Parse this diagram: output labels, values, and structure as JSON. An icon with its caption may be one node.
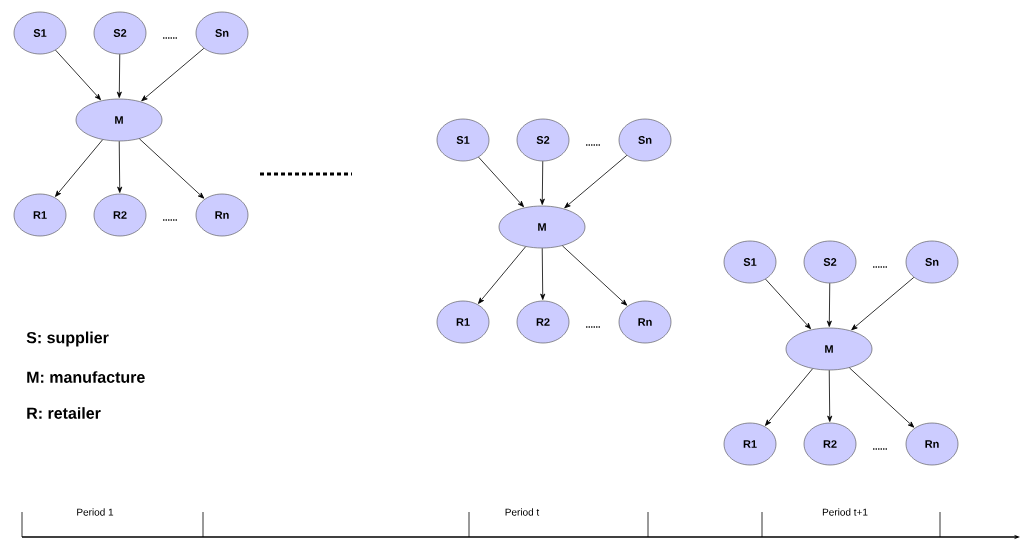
{
  "diagram": {
    "nodes": [
      {
        "text": [
          "S1"
        ]
      },
      {
        "text": [
          "S2"
        ]
      },
      {
        "text": [
          "Sn"
        ]
      },
      {
        "text": [
          "M"
        ]
      },
      {
        "text": [
          "R1"
        ]
      },
      {
        "text": [
          "R2"
        ]
      },
      {
        "text": [
          "Rn"
        ]
      },
      {
        "text": [
          "S1"
        ]
      },
      {
        "text": [
          "S2"
        ]
      },
      {
        "text": [
          "Sn"
        ]
      },
      {
        "text": [
          "M"
        ]
      },
      {
        "text": [
          "R1"
        ]
      },
      {
        "text": [
          "R2"
        ]
      },
      {
        "text": [
          "Rn"
        ]
      },
      {
        "text": [
          "S1"
        ]
      },
      {
        "text": [
          "S2"
        ]
      },
      {
        "text": [
          "Sn"
        ]
      },
      {
        "text": [
          "M"
        ]
      },
      {
        "text": [
          "R1"
        ]
      },
      {
        "text": [
          "R2"
        ]
      },
      {
        "text": [
          "Rn"
        ]
      }
    ],
    "edges": [
      {
        "from": 0,
        "to": 3,
        "arrow": "to"
      },
      {
        "from": 1,
        "to": 3,
        "arrow": "to"
      },
      {
        "from": 2,
        "to": 3,
        "arrow": "to"
      },
      {
        "from": 3,
        "to": 4,
        "arrow": "to"
      },
      {
        "from": 3,
        "to": 5,
        "arrow": "to"
      },
      {
        "from": 3,
        "to": 6,
        "arrow": "to"
      },
      {
        "from": 7,
        "to": 10,
        "arrow": "to"
      },
      {
        "from": 8,
        "to": 10,
        "arrow": "to"
      },
      {
        "from": 9,
        "to": 10,
        "arrow": "to"
      },
      {
        "from": 10,
        "to": 11,
        "arrow": "to"
      },
      {
        "from": 10,
        "to": 12,
        "arrow": "to"
      },
      {
        "from": 10,
        "to": 13,
        "arrow": "to"
      },
      {
        "from": 14,
        "to": 17,
        "arrow": "to"
      },
      {
        "from": 15,
        "to": 17,
        "arrow": "to"
      },
      {
        "from": 16,
        "to": 17,
        "arrow": "to"
      },
      {
        "from": 17,
        "to": 18,
        "arrow": "to"
      },
      {
        "from": 17,
        "to": 19,
        "arrow": "to"
      },
      {
        "from": 17,
        "to": 20,
        "arrow": "to"
      }
    ],
    "labels": [
      "......",
      "......",
      "......",
      "......",
      "S: supplier",
      "M: manufacture",
      "R: retailer",
      "......",
      "......",
      "Period 1",
      "Period t",
      "Period t+1"
    ]
  }
}
